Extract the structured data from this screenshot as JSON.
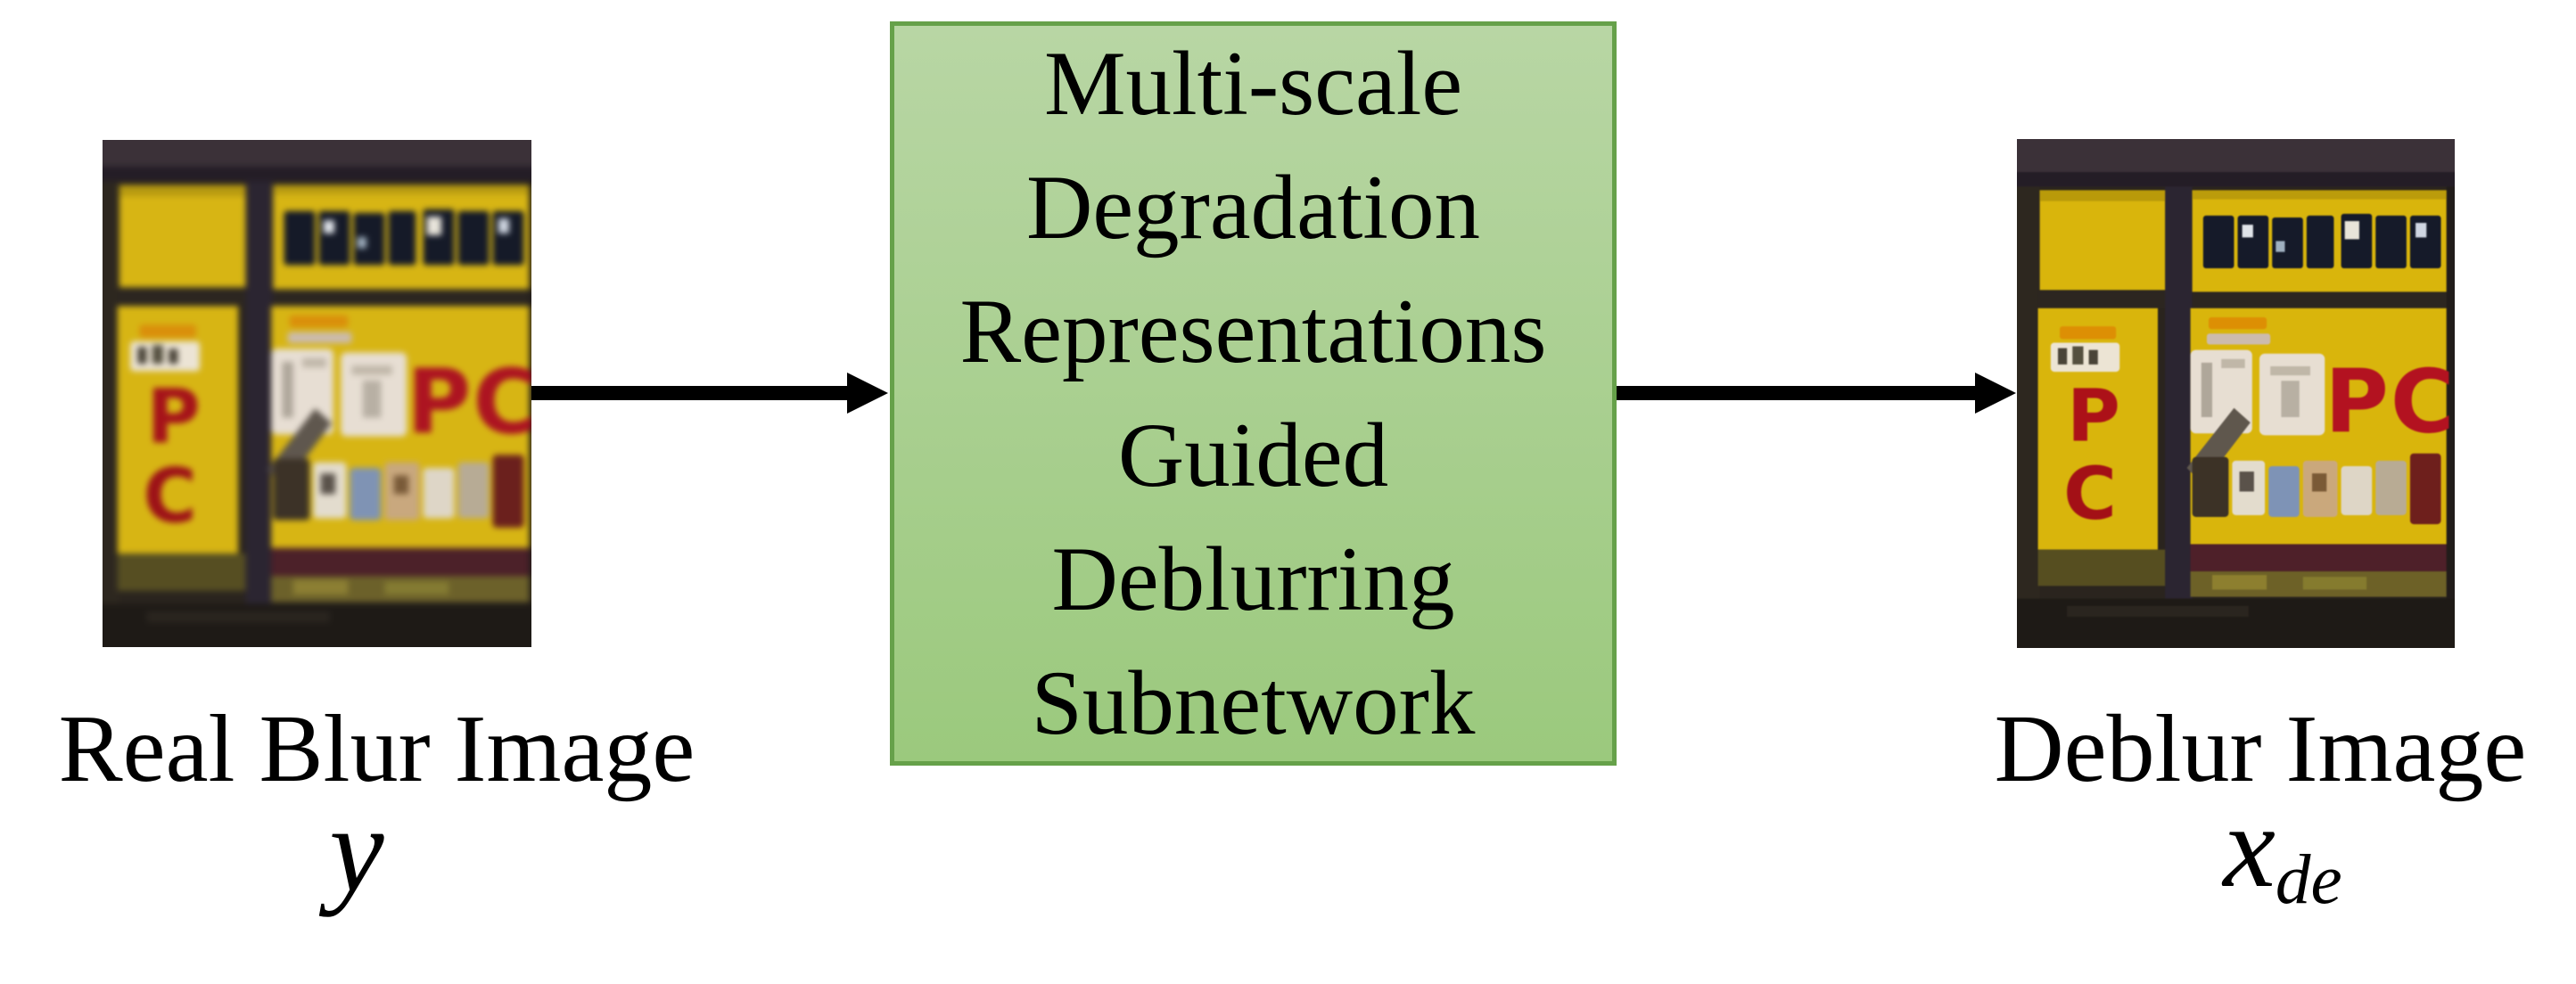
{
  "figure": {
    "left": {
      "caption": "Real Blur Image",
      "symbol": "y"
    },
    "center_box": {
      "lines": [
        "Multi-scale",
        "Degradation",
        "Representations",
        "Guided",
        "Deblurring",
        "Subnetwork"
      ]
    },
    "right": {
      "caption": "Deblur Image",
      "symbol_base": "x",
      "symbol_subscript": "de"
    },
    "sign": {
      "pc_large": "PC",
      "pc_stack_top": "P",
      "pc_stack_bottom": "C"
    },
    "colors": {
      "box-border": "#66a14a",
      "box-fill-top": "#b8d6a4",
      "box-fill-bottom": "#9bc97d",
      "arrow-color": "#000000"
    }
  }
}
